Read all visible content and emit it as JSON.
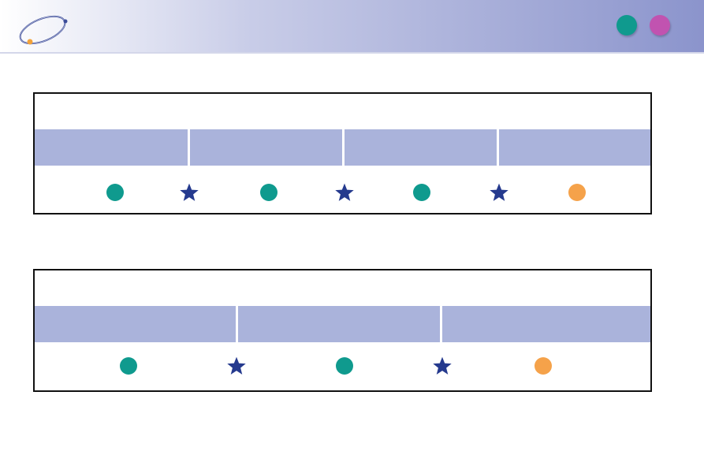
{
  "header": {
    "logo_icon": "orbit-logo-icon",
    "buttons": [
      {
        "name": "teal-dot-button",
        "color": "#0f9a8e"
      },
      {
        "name": "magenta-dot-button",
        "color": "#c153b0"
      }
    ]
  },
  "colors": {
    "band": "#aab3db",
    "circle_teal": "#0f9a8e",
    "circle_orange": "#f5a24a",
    "star_blue": "#253a8e",
    "border": "#111111"
  },
  "diagrams": [
    {
      "segments": 4,
      "markers": [
        "circle-teal",
        "star",
        "circle-teal",
        "star",
        "circle-teal",
        "star",
        "circle-orange"
      ]
    },
    {
      "segments": 3,
      "markers": [
        "circle-teal",
        "star",
        "circle-teal",
        "star",
        "circle-orange"
      ]
    }
  ]
}
